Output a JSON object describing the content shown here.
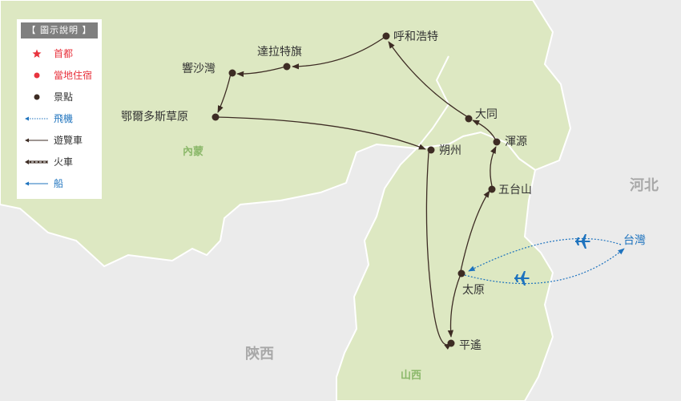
{
  "legend": {
    "title": "【 圖示說明 】",
    "items": [
      {
        "label": "首都",
        "icon": "star-icon",
        "color": "#e8343e"
      },
      {
        "label": "當地住宿",
        "icon": "red-dot-icon",
        "color": "#e8343e"
      },
      {
        "label": "景點",
        "icon": "dark-dot-icon",
        "color": "#3d2c24"
      },
      {
        "label": "飛機",
        "icon": "dotted-arrow-icon",
        "color": "#1e73be"
      },
      {
        "label": "遊覽車",
        "icon": "solid-arrow-icon",
        "color": "#3d2c24"
      },
      {
        "label": "火車",
        "icon": "dashed-arrow-icon",
        "color": "#3d2c24"
      },
      {
        "label": "船",
        "icon": "blue-arrow-icon",
        "color": "#1e73be"
      }
    ]
  },
  "regions": {
    "inner_mongolia": "內蒙",
    "shanxi": "山西",
    "shaanxi": "陝西",
    "hebei": "河北"
  },
  "places": {
    "hohhot": "呼和浩特",
    "dalad": "達拉特旗",
    "xiangshawan": "響沙灣",
    "ordos": "鄂爾多斯草原",
    "shuozhou": "朔州",
    "datong": "大同",
    "hunyuan": "渾源",
    "wutaishan": "五台山",
    "taiyuan": "太原",
    "pingyao": "平遙",
    "taiwan": "台灣"
  },
  "colors": {
    "sea": "#ebebeb",
    "land_highlight": "#dde8c2",
    "border": "#ffffff",
    "route": "#3d2c24",
    "flight": "#1e73be",
    "region_label_green": "#8bb86a",
    "region_label_gray": "#a8a8a8"
  }
}
